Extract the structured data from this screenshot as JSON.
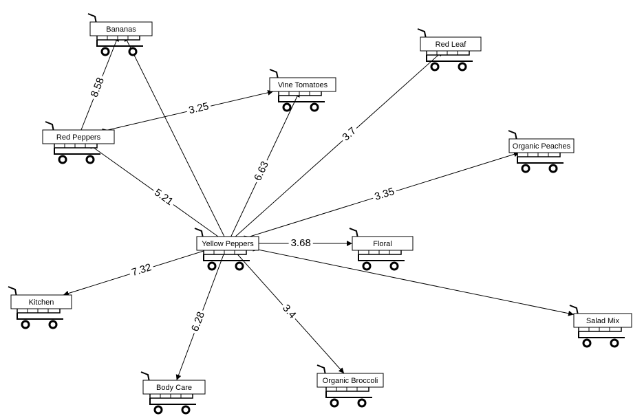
{
  "diagram": {
    "nodes": [
      {
        "id": "bananas",
        "label": "Bananas",
        "icon": "shopping-cart-icon"
      },
      {
        "id": "red-leaf",
        "label": "Red Leaf",
        "icon": "shopping-cart-icon"
      },
      {
        "id": "vine-tomatoes",
        "label": "Vine Tomatoes",
        "icon": "shopping-cart-icon"
      },
      {
        "id": "red-peppers",
        "label": "Red Peppers",
        "icon": "shopping-cart-icon"
      },
      {
        "id": "organic-peaches",
        "label": "Organic Peaches",
        "icon": "shopping-cart-icon"
      },
      {
        "id": "yellow-peppers",
        "label": "Yellow Peppers",
        "icon": "shopping-cart-icon"
      },
      {
        "id": "floral",
        "label": "Floral",
        "icon": "shopping-cart-icon"
      },
      {
        "id": "kitchen",
        "label": "Kitchen",
        "icon": "shopping-cart-icon"
      },
      {
        "id": "salad-mix",
        "label": "Salad Mix",
        "icon": "shopping-cart-icon"
      },
      {
        "id": "body-care",
        "label": "Body Care",
        "icon": "shopping-cart-icon"
      },
      {
        "id": "organic-broccoli",
        "label": "Organic Broccoli",
        "icon": "shopping-cart-icon"
      }
    ],
    "edges": [
      {
        "from": "red-peppers",
        "to": "bananas",
        "label": "8.58"
      },
      {
        "from": "red-peppers",
        "to": "vine-tomatoes",
        "label": "3.25"
      },
      {
        "from": "yellow-peppers",
        "to": "bananas",
        "label": ""
      },
      {
        "from": "yellow-peppers",
        "to": "red-peppers",
        "label": "5.21"
      },
      {
        "from": "yellow-peppers",
        "to": "vine-tomatoes",
        "label": "6.63"
      },
      {
        "from": "yellow-peppers",
        "to": "red-leaf",
        "label": "3.7"
      },
      {
        "from": "yellow-peppers",
        "to": "organic-peaches",
        "label": "3.35"
      },
      {
        "from": "yellow-peppers",
        "to": "floral",
        "label": "3.68"
      },
      {
        "from": "yellow-peppers",
        "to": "kitchen",
        "label": "7.32"
      },
      {
        "from": "yellow-peppers",
        "to": "body-care",
        "label": "6.28"
      },
      {
        "from": "yellow-peppers",
        "to": "organic-broccoli",
        "label": "3.4"
      },
      {
        "from": "yellow-peppers",
        "to": "salad-mix",
        "label": ""
      }
    ]
  }
}
